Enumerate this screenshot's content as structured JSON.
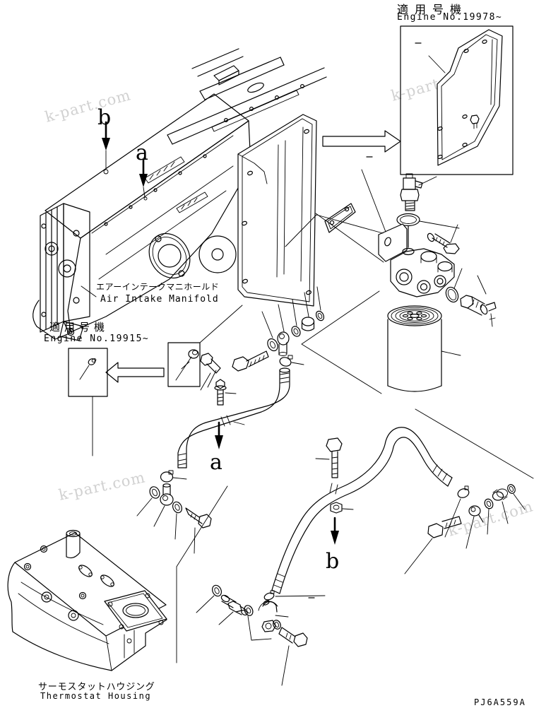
{
  "page": {
    "background": "#ffffff",
    "line_color": "#000000",
    "watermark": {
      "text": "k-part.com",
      "color": "#c9c9c9"
    },
    "drawing_code": "PJ6A559A",
    "notes": {
      "inset": {
        "jp": "適用号機",
        "en": "Engine No.19978~"
      },
      "main": {
        "jp": "適用号機",
        "en": "Engine No.19915~"
      }
    },
    "part_labels": {
      "air_intake_manifold": {
        "jp": "エアーインテークマニホールド",
        "en": "Air Intake Manifold"
      },
      "thermostat_housing": {
        "jp": "サーモスタットハウジング",
        "en": "Thermostat Housing"
      }
    },
    "view_markers": {
      "top_b": "b",
      "top_a": "a",
      "bottom_a": "a",
      "bottom_b": "b"
    }
  }
}
